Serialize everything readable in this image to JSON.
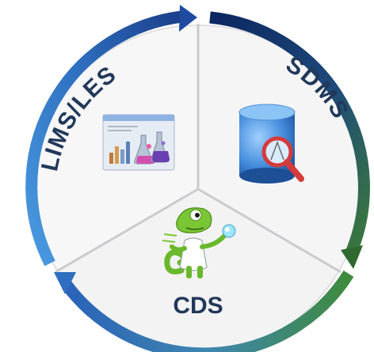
{
  "diagram": {
    "segments": [
      {
        "id": "lims",
        "label": "LIMS/LES",
        "icon": "lab-report-chart-flasks-icon"
      },
      {
        "id": "sdms",
        "label": "SDMS",
        "icon": "database-magnifier-icon"
      },
      {
        "id": "cds",
        "label": "CDS",
        "icon": "chameleon-scientist-mascot-icon"
      }
    ],
    "colors": {
      "arc_top_left": "#1f4e96",
      "arc_left_start": "#3f8fd6",
      "arc_right_start": "#0d2b66",
      "arc_right_end": "#3b6e33",
      "arc_bottom_start": "#3a7f3a",
      "arc_bottom_end": "#2f66b8",
      "label_color": "#22385a",
      "arrow_blue": "#1e4aa0",
      "arrow_green": "#2e6a30"
    }
  }
}
